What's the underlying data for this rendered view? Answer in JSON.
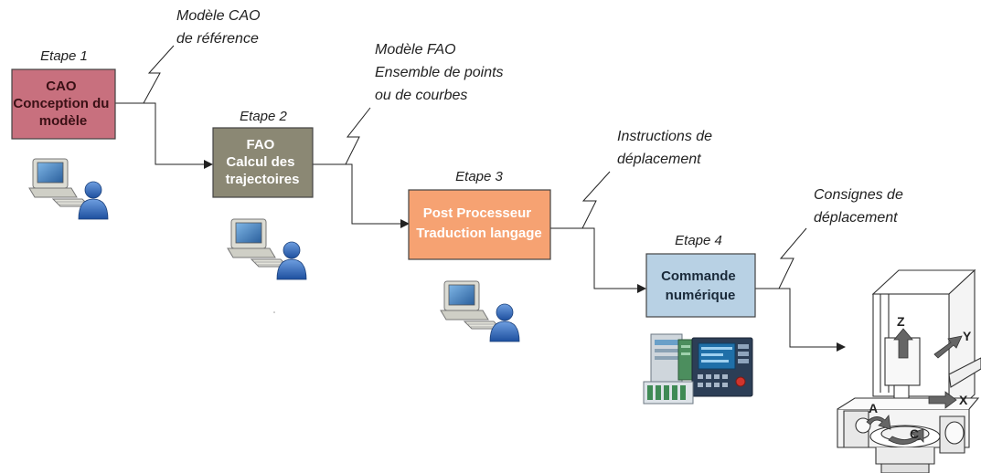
{
  "colors": {
    "cao": "#c8707e",
    "fao": "#8b8874",
    "post": "#f6a272",
    "cn": "#b8d1e4",
    "line": "#222222"
  },
  "steps": [
    {
      "label": "Etape 1",
      "lines": [
        "CAO",
        "Conception du",
        "modèle"
      ],
      "text_color": "#3a1015",
      "icon": "computer-user-icon"
    },
    {
      "label": "Etape 2",
      "lines": [
        "FAO",
        "Calcul des",
        "trajectoires"
      ],
      "text_color": "#ffffff",
      "icon": "computer-user-icon"
    },
    {
      "label": "Etape 3",
      "lines": [
        "Post Processeur",
        "Traduction langage"
      ],
      "text_color": "#ffffff",
      "icon": "computer-user-icon"
    },
    {
      "label": "Etape 4",
      "lines": [
        "Commande",
        "numérique"
      ],
      "text_color": "#1a2a3a",
      "icon": "cnc-controller-icon"
    }
  ],
  "notes": [
    {
      "lines": [
        "Modèle CAO",
        "de référence"
      ]
    },
    {
      "lines": [
        "Modèle FAO",
        "Ensemble de points",
        "ou de courbes"
      ]
    },
    {
      "lines": [
        "Instructions de",
        "déplacement"
      ]
    },
    {
      "lines": [
        "Consignes de",
        "déplacement"
      ]
    }
  ],
  "machine": {
    "icon": "five-axis-machine-icon",
    "axes": [
      "Z",
      "Y",
      "X",
      "A",
      "C"
    ]
  }
}
